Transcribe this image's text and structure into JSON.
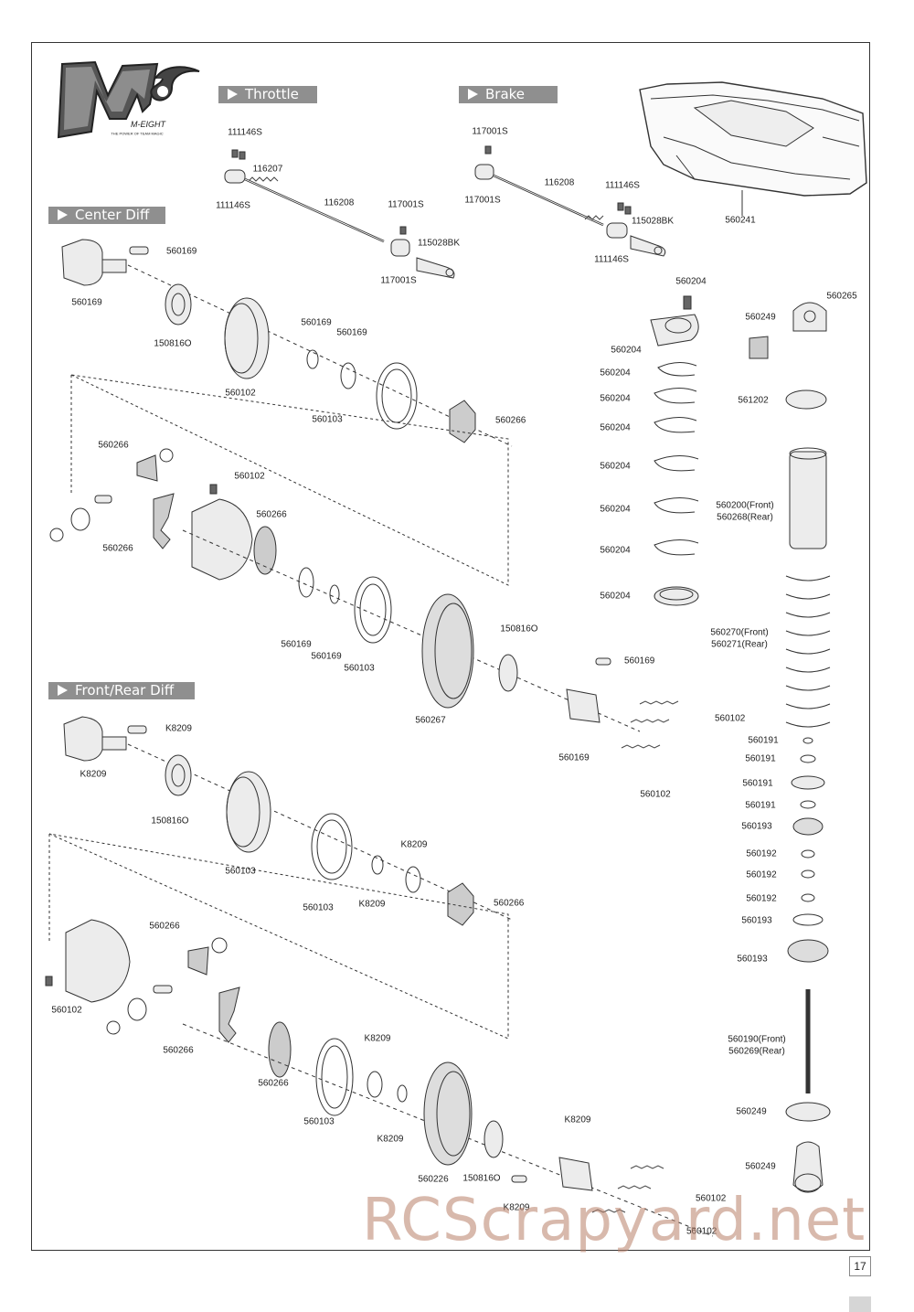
{
  "logo": {
    "mark": "M8",
    "wordmark": "M-EIGHT",
    "tagline": "THE POWER OF TEAM MAGIC"
  },
  "sections": {
    "throttle": "Throttle",
    "brake": "Brake",
    "center_diff": "Center Diff",
    "front_rear_diff": "Front/Rear Diff"
  },
  "labels": {
    "t1": "111146S",
    "t2": "116207",
    "t3": "111146S",
    "t4": "116208",
    "t5": "117001S",
    "t6": "115028BK",
    "t7": "117001S",
    "b1": "117001S",
    "b2": "117001S",
    "b3": "116208",
    "b4": "111146S",
    "b5": "115028BK",
    "b6": "111146S",
    "body": "560241",
    "c1": "560169",
    "c2": "560169",
    "c3": "150816O",
    "c4": "560102",
    "c5": "560169",
    "c6": "560169",
    "c7": "560103",
    "c8": "560266",
    "c9": "560266",
    "c10": "560102",
    "c11": "560266",
    "c12": "560266",
    "c13": "560169",
    "c14": "560169",
    "c15": "560103",
    "c16": "150816O",
    "c17": "560267",
    "c18": "560169",
    "c19": "560169",
    "c20": "560102",
    "c21": "560102",
    "sh1": "560204",
    "sh2": "560204",
    "sh3": "560204",
    "sh4": "560204",
    "sh5": "560204",
    "sh6": "560204",
    "sh7": "560204",
    "sh8": "560204",
    "sh9": "560204",
    "s1": "560265",
    "s2": "560249",
    "s3": "561202",
    "s4a": "560200(Front)",
    "s4b": "560268(Rear)",
    "s5a": "560270(Front)",
    "s5b": "560271(Rear)",
    "s6": "560191",
    "s7": "560191",
    "s8": "560191",
    "s9": "560191",
    "s10": "560193",
    "s11": "560192",
    "s12": "560192",
    "s13": "560192",
    "s14": "560193",
    "s15": "560193",
    "s16a": "560190(Front)",
    "s16b": "560269(Rear)",
    "s17": "560249",
    "s18": "560249",
    "f1": "K8209",
    "f2": "K8209",
    "f3": "150816O",
    "f4": "560103",
    "f5": "560103",
    "f6": "K8209",
    "f7": "K8209",
    "f8": "560266",
    "f9": "560266",
    "f10": "560102",
    "f11": "560266",
    "f12": "560266",
    "f13": "K8209",
    "f14": "560103",
    "f15": "K8209",
    "f16": "560226",
    "f17": "150816O",
    "f18": "K8209",
    "f19": "K8209",
    "f20": "560102",
    "f21": "560102"
  },
  "page_number": "17",
  "watermark": "RCScrapyard.net"
}
